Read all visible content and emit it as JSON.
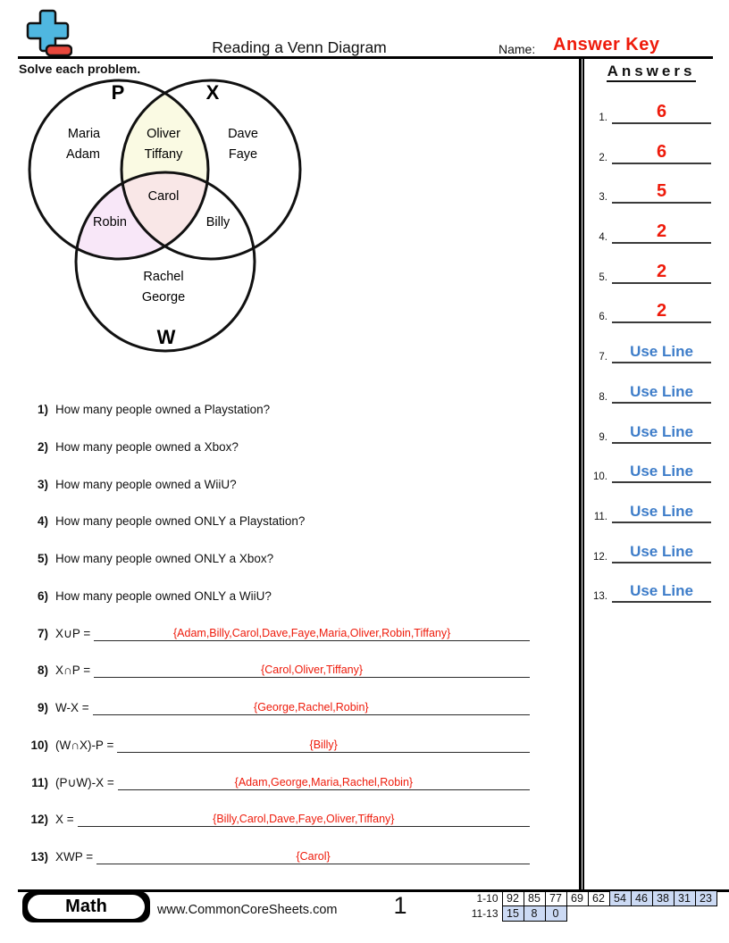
{
  "header": {
    "title": "Reading a Venn Diagram",
    "name_label": "Name:",
    "name_value": "Answer Key",
    "instructions": "Solve each problem."
  },
  "venn": {
    "set_labels": {
      "p": "P",
      "x": "X",
      "w": "W"
    },
    "regions": {
      "p_only": [
        "Maria",
        "Adam"
      ],
      "px": [
        "Oliver",
        "Tiffany"
      ],
      "x_only": [
        "Dave",
        "Faye"
      ],
      "pxw": [
        "Carol"
      ],
      "pw": [
        "Robin"
      ],
      "xw": [
        "Billy"
      ],
      "w_only": [
        "Rachel",
        "George"
      ]
    }
  },
  "questions": [
    {
      "num": "1)",
      "text": "How many people owned a Playstation?"
    },
    {
      "num": "2)",
      "text": "How many people owned a Xbox?"
    },
    {
      "num": "3)",
      "text": "How many people owned a WiiU?"
    },
    {
      "num": "4)",
      "text": "How many people owned ONLY a Playstation?"
    },
    {
      "num": "5)",
      "text": "How many people owned ONLY a Xbox?"
    },
    {
      "num": "6)",
      "text": "How many people owned ONLY a WiiU?"
    },
    {
      "num": "7)",
      "text": "X∪P =",
      "answer": "{Adam,Billy,Carol,Dave,Faye,Maria,Oliver,Robin,Tiffany}"
    },
    {
      "num": "8)",
      "text": "X∩P =",
      "answer": "{Carol,Oliver,Tiffany}"
    },
    {
      "num": "9)",
      "text": "W-X =",
      "answer": "{George,Rachel,Robin}"
    },
    {
      "num": "10)",
      "text": "(W∩X)-P =",
      "answer": "{Billy}"
    },
    {
      "num": "11)",
      "text": "(P∪W)-X =",
      "answer": "{Adam,George,Maria,Rachel,Robin}"
    },
    {
      "num": "12)",
      "text": "X =",
      "answer": "{Billy,Carol,Dave,Faye,Oliver,Tiffany}"
    },
    {
      "num": "13)",
      "text": "XWP =",
      "answer": "{Carol}"
    }
  ],
  "answers_panel": {
    "heading": "Answers",
    "items": [
      {
        "num": "1.",
        "value": "6"
      },
      {
        "num": "2.",
        "value": "6"
      },
      {
        "num": "3.",
        "value": "5"
      },
      {
        "num": "4.",
        "value": "2"
      },
      {
        "num": "5.",
        "value": "2"
      },
      {
        "num": "6.",
        "value": "2"
      },
      {
        "num": "7.",
        "value": "Use Line"
      },
      {
        "num": "8.",
        "value": "Use Line"
      },
      {
        "num": "9.",
        "value": "Use Line"
      },
      {
        "num": "10.",
        "value": "Use Line"
      },
      {
        "num": "11.",
        "value": "Use Line"
      },
      {
        "num": "12.",
        "value": "Use Line"
      },
      {
        "num": "13.",
        "value": "Use Line"
      }
    ]
  },
  "footer": {
    "subject_badge": "Math",
    "website": "www.CommonCoreSheets.com",
    "page_number": "1",
    "score": {
      "rows": [
        {
          "label": "1-10",
          "cells": [
            "92",
            "85",
            "77",
            "69",
            "62",
            "54",
            "46",
            "38",
            "31",
            "23"
          ]
        },
        {
          "label": "11-13",
          "cells": [
            "15",
            "8",
            "0"
          ]
        }
      ]
    }
  },
  "colors": {
    "answer_red": "#ee1b0b",
    "use_line_blue": "#3e7dc9",
    "score_highlight_blue": "#ccdaf4",
    "venn_px_fill": "#fafae3",
    "venn_center_fill": "#f9e7e7",
    "venn_pw_fill": "#f8e7f8",
    "logo_blue": "#4fb7e0",
    "logo_red": "#e8473c"
  }
}
